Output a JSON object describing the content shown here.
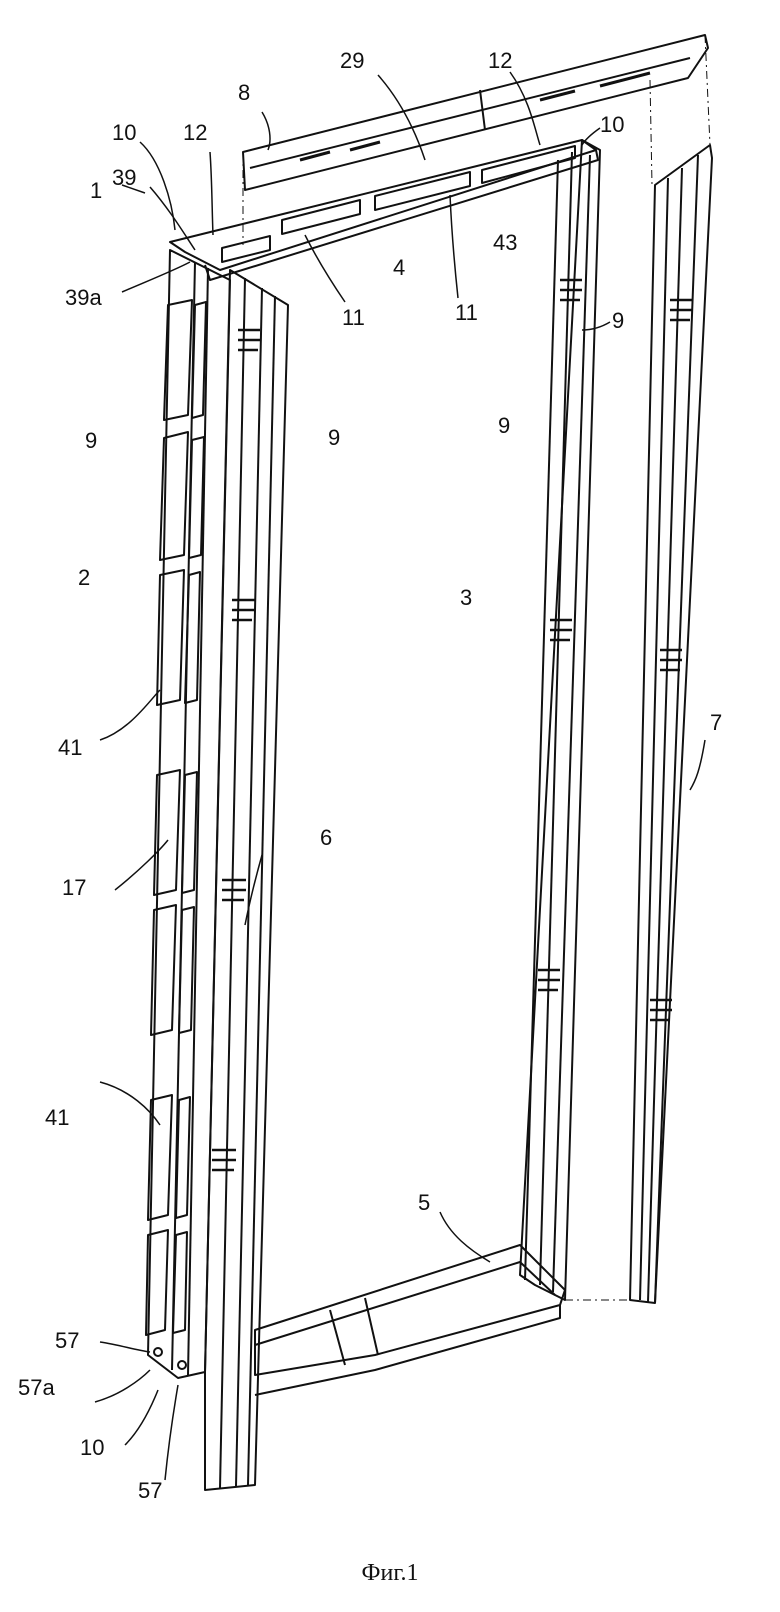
{
  "figure": {
    "caption": "Фиг.1",
    "reference_numerals": [
      {
        "key": "n8",
        "text": "8"
      },
      {
        "key": "n10a",
        "text": "10"
      },
      {
        "key": "n12a",
        "text": "12"
      },
      {
        "key": "n29",
        "text": "29"
      },
      {
        "key": "n12b",
        "text": "12"
      },
      {
        "key": "n10b",
        "text": "10"
      },
      {
        "key": "n39",
        "text": "39"
      },
      {
        "key": "n1",
        "text": "1"
      },
      {
        "key": "n39a",
        "text": "39a"
      },
      {
        "key": "n4",
        "text": "4"
      },
      {
        "key": "n11a",
        "text": "11"
      },
      {
        "key": "n11b",
        "text": "11"
      },
      {
        "key": "n43",
        "text": "43"
      },
      {
        "key": "n9a",
        "text": "9"
      },
      {
        "key": "n9b",
        "text": "9"
      },
      {
        "key": "n9c",
        "text": "9"
      },
      {
        "key": "n9d",
        "text": "9"
      },
      {
        "key": "n2",
        "text": "2"
      },
      {
        "key": "n3",
        "text": "3"
      },
      {
        "key": "n41a",
        "text": "41"
      },
      {
        "key": "n7",
        "text": "7"
      },
      {
        "key": "n6",
        "text": "6"
      },
      {
        "key": "n17",
        "text": "17"
      },
      {
        "key": "n41b",
        "text": "41"
      },
      {
        "key": "n5",
        "text": "5"
      },
      {
        "key": "n57a",
        "text": "57"
      },
      {
        "key": "n57a_label",
        "text": "57a"
      },
      {
        "key": "n10c",
        "text": "10"
      },
      {
        "key": "n57b",
        "text": "57"
      }
    ]
  }
}
